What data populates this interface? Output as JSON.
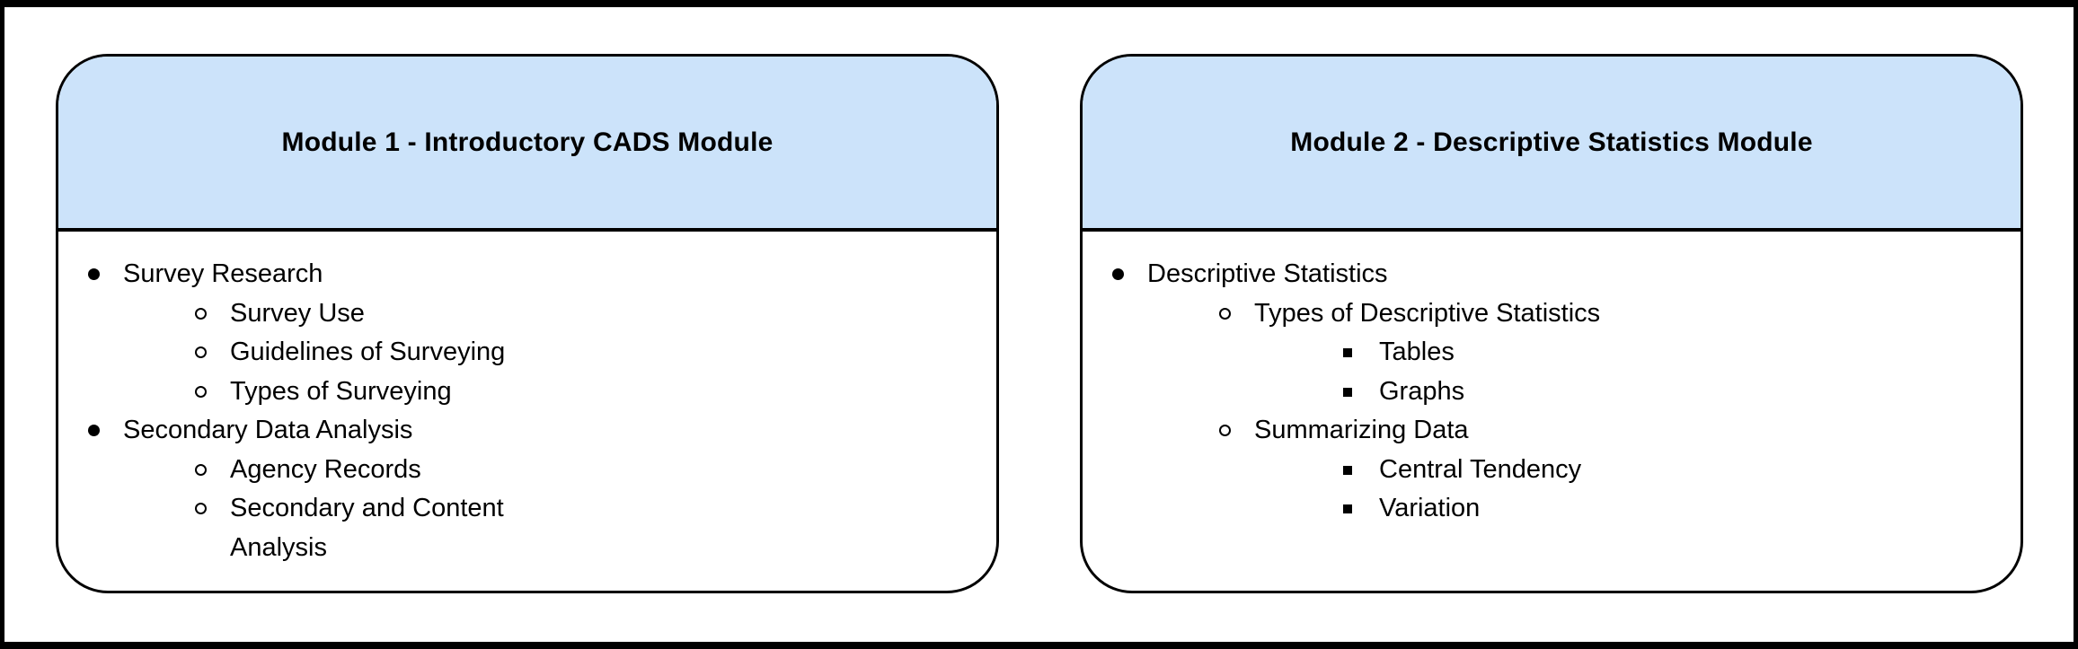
{
  "colors": {
    "header_bg": "#cce3fa",
    "stroke": "#000000",
    "canvas_bg": "#ffffff",
    "text": "#000000"
  },
  "bullet_icons": {
    "level1": "filled-disc",
    "level2": "hollow-circle",
    "level3": "filled-square"
  },
  "modules": [
    {
      "title": "Module 1 - Introductory CADS Module",
      "items": [
        {
          "level": 1,
          "label": "Survey Research"
        },
        {
          "level": 2,
          "label": "Survey Use"
        },
        {
          "level": 2,
          "label": "Guidelines of Surveying"
        },
        {
          "level": 2,
          "label": "Types of Surveying"
        },
        {
          "level": 1,
          "label": "Secondary Data Analysis"
        },
        {
          "level": 2,
          "label": "Agency Records"
        },
        {
          "level": 2,
          "label": "Secondary and Content Analysis"
        }
      ]
    },
    {
      "title": "Module 2 - Descriptive Statistics Module",
      "items": [
        {
          "level": 1,
          "label": "Descriptive Statistics"
        },
        {
          "level": 2,
          "label": "Types of Descriptive Statistics"
        },
        {
          "level": 3,
          "label": "Tables"
        },
        {
          "level": 3,
          "label": "Graphs"
        },
        {
          "level": 2,
          "label": "Summarizing Data"
        },
        {
          "level": 3,
          "label": "Central Tendency"
        },
        {
          "level": 3,
          "label": "Variation"
        }
      ]
    }
  ]
}
